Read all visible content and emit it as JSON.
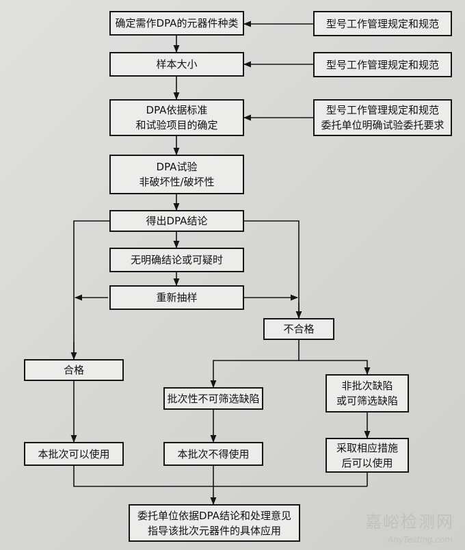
{
  "boxes": {
    "determine_types": "确定需作DPA的元器件种类",
    "spec_1": "型号工作管理规定和规范",
    "sample_size": "样本大小",
    "spec_2": "型号工作管理规定和规范",
    "standard": "DPA依据标准\n和试验项目的确定",
    "spec_3": "型号工作管理规定和规范\n委托单位明确试验委托要求",
    "dpa_test": "DPA试验\n非破坏性/破坏性",
    "conclusion": "得出DPA结论",
    "unclear": "无明确结论或可疑时",
    "resample": "重新抽样",
    "fail": "不合格",
    "pass": "合格",
    "batch_defect": "批次性不可筛选缺陷",
    "nonbatch_defect": "非批次缺陷\n或可筛选缺陷",
    "batch_ok": "本批次可以使用",
    "batch_reject": "本批次不得使用",
    "measures": "采取相应措施\n后可以使用",
    "final": "委托单位依据DPA结论和处理意见\n指导该批次元器件的具体应用"
  },
  "watermark": {
    "cn": "嘉峪检测网",
    "en": "AnyTesting.com"
  }
}
